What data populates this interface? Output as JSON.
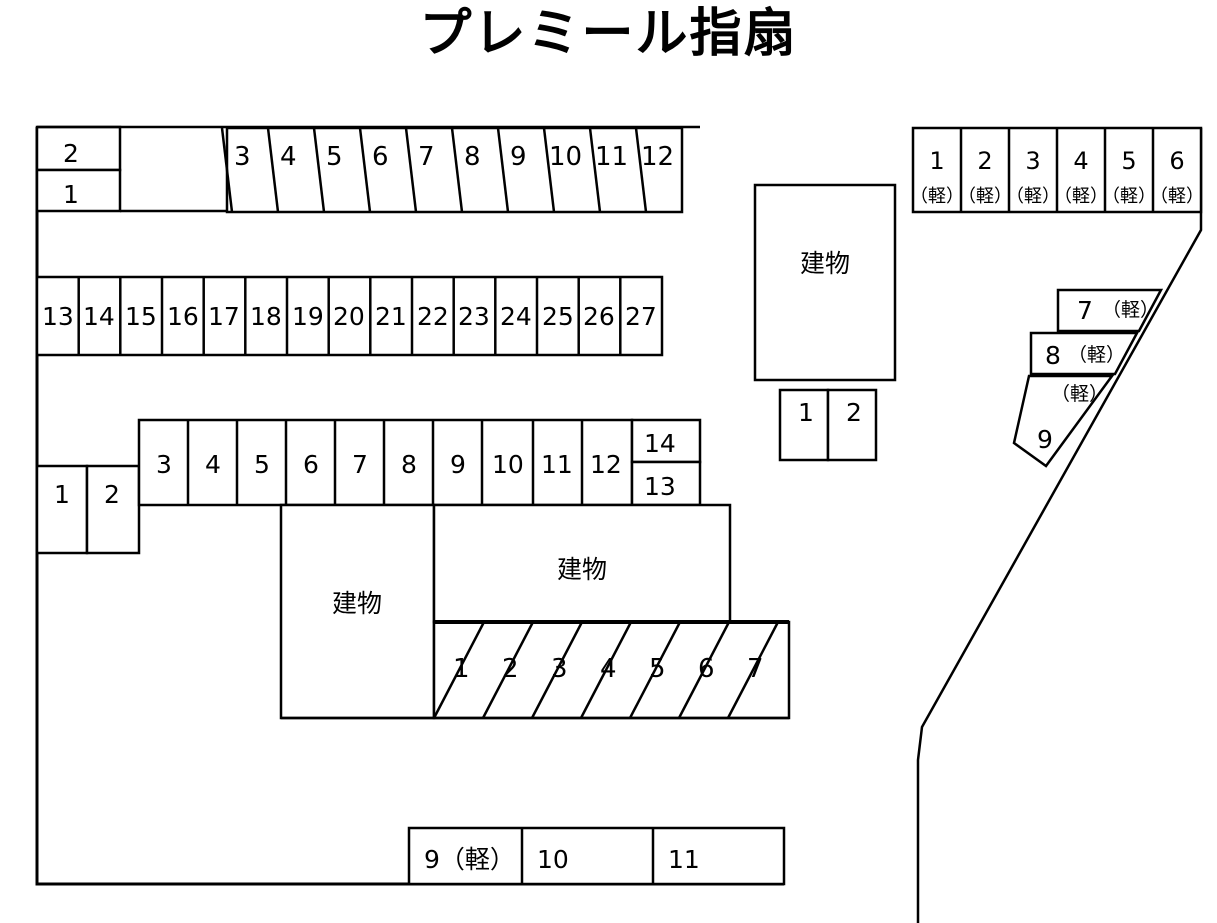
{
  "title": "プレミール指扇",
  "labels": {
    "building": "建物",
    "light_car_suffix": "（軽）",
    "light_car_word": "軽"
  },
  "sections": {
    "top_left_stack": {
      "name": "top-left-stacked-spaces",
      "spaces": [
        "2",
        "1"
      ]
    },
    "top_angled_row": {
      "name": "top-angled-parking-row",
      "spaces": [
        "3",
        "4",
        "5",
        "6",
        "7",
        "8",
        "9",
        "10",
        "11",
        "12"
      ]
    },
    "second_row": {
      "name": "second-parking-row",
      "spaces": [
        "13",
        "14",
        "15",
        "16",
        "17",
        "18",
        "19",
        "20",
        "21",
        "22",
        "23",
        "24",
        "25",
        "26",
        "27"
      ]
    },
    "upper_right_light_row": {
      "name": "upper-right-light-car-row",
      "spaces": [
        {
          "number": "1",
          "note": "（軽）"
        },
        {
          "number": "2",
          "note": "（軽）"
        },
        {
          "number": "3",
          "note": "（軽）"
        },
        {
          "number": "4",
          "note": "（軽）"
        },
        {
          "number": "5",
          "note": "（軽）"
        },
        {
          "number": "6",
          "note": "（軽）"
        }
      ]
    },
    "diagonal_light_spaces": {
      "name": "diagonal-light-car-spaces",
      "spaces": [
        {
          "number": "7",
          "note": "（軽）"
        },
        {
          "number": "8",
          "note": "（軽）"
        },
        {
          "number": "9",
          "note": "（軽）"
        }
      ]
    },
    "upper_building": {
      "name": "upper-building",
      "label": "建物"
    },
    "upper_building_spaces": {
      "name": "upper-building-parking-pair",
      "spaces": [
        "1",
        "2"
      ]
    },
    "middle_left_pair": {
      "name": "middle-left-parking-pair",
      "spaces": [
        "1",
        "2"
      ]
    },
    "middle_row": {
      "name": "middle-parking-row",
      "spaces": [
        "3",
        "4",
        "5",
        "6",
        "7",
        "8",
        "9",
        "10",
        "11",
        "12"
      ]
    },
    "middle_row_stack": {
      "name": "middle-row-stacked-spaces",
      "spaces": [
        "14",
        "13"
      ]
    },
    "left_building": {
      "name": "left-building",
      "label": "建物"
    },
    "center_building": {
      "name": "center-building",
      "label": "建物"
    },
    "bottom_angled_row": {
      "name": "bottom-angled-parking-row",
      "spaces": [
        "1",
        "2",
        "3",
        "4",
        "5",
        "6",
        "7"
      ]
    },
    "bottom_row": {
      "name": "bottom-parking-row",
      "spaces": [
        "9（軽）",
        "10",
        "11"
      ]
    }
  },
  "style": {
    "line_color": "#000000",
    "fill_color": "#ffffff"
  }
}
